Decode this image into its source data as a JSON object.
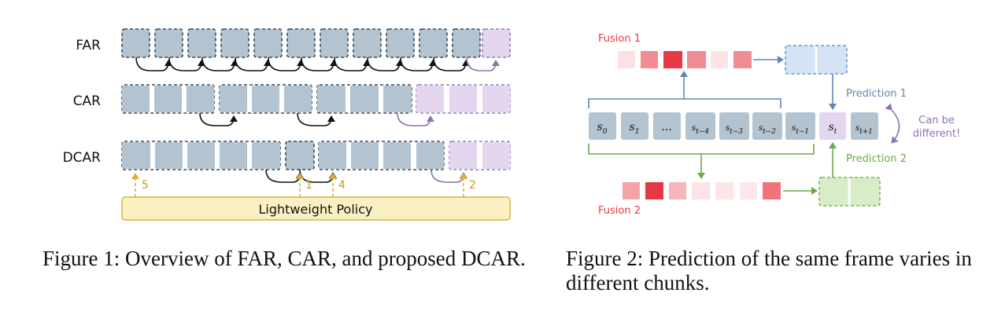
{
  "figure1": {
    "rows": [
      {
        "label": "FAR"
      },
      {
        "label": "CAR"
      },
      {
        "label": "DCAR"
      }
    ],
    "policy_label": "Lightweight Policy",
    "policy_markers": [
      "5",
      "1",
      "4",
      "2"
    ],
    "caption_head": "Figure 1:",
    "caption_text": "Overview of FAR, CAR, and proposed DCAR."
  },
  "figure2": {
    "fusion1_label": "Fusion 1",
    "fusion2_label": "Fusion 2",
    "prediction1_label": "Prediction 1",
    "prediction2_label": "Prediction 2",
    "note_line1": "Can be",
    "note_line2": "different!",
    "states": [
      "s_0",
      "s_1",
      "...",
      "s_{t-4}",
      "s_{t-3}",
      "s_{t-2}",
      "s_{t-1}",
      "s_t",
      "s_{t+1}"
    ],
    "caption_head": "Figure 2:",
    "caption_text": "Prediction of the same frame varies in different chunks."
  },
  "colors": {
    "frame": "#b3c3cf",
    "frame_border_dark": "#3a4a5c",
    "predicted": "#e4d6ee",
    "predicted_border": "#9a78b8",
    "policy_fill": "#fbf0c2",
    "policy_border": "#d9b13a",
    "fusion_red": "#e53a45",
    "pred1_fill": "#d4e4f6",
    "pred1_border": "#6f95c3",
    "pred2_fill": "#d8ecc9",
    "pred2_border": "#7cb360",
    "blue": "#5e86b5",
    "green": "#6aab4d",
    "purple": "#9070b0"
  }
}
